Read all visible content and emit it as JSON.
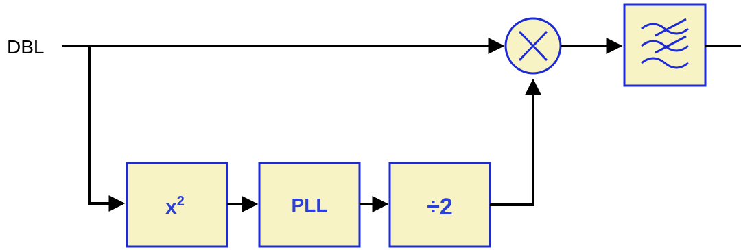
{
  "input_label": "DBL",
  "blocks": {
    "square": {
      "base": "x",
      "exponent": "2"
    },
    "pll": {
      "label": "PLL"
    },
    "divide": {
      "label": "÷2"
    },
    "mixer": {
      "icon": "multiply-icon"
    },
    "filter": {
      "icon": "bandpass-filter-icon"
    }
  },
  "colors": {
    "block_fill": "#f8f3c4",
    "block_border": "#1c2bd6",
    "label_color": "#2a3fd8",
    "line_color": "#000000"
  }
}
